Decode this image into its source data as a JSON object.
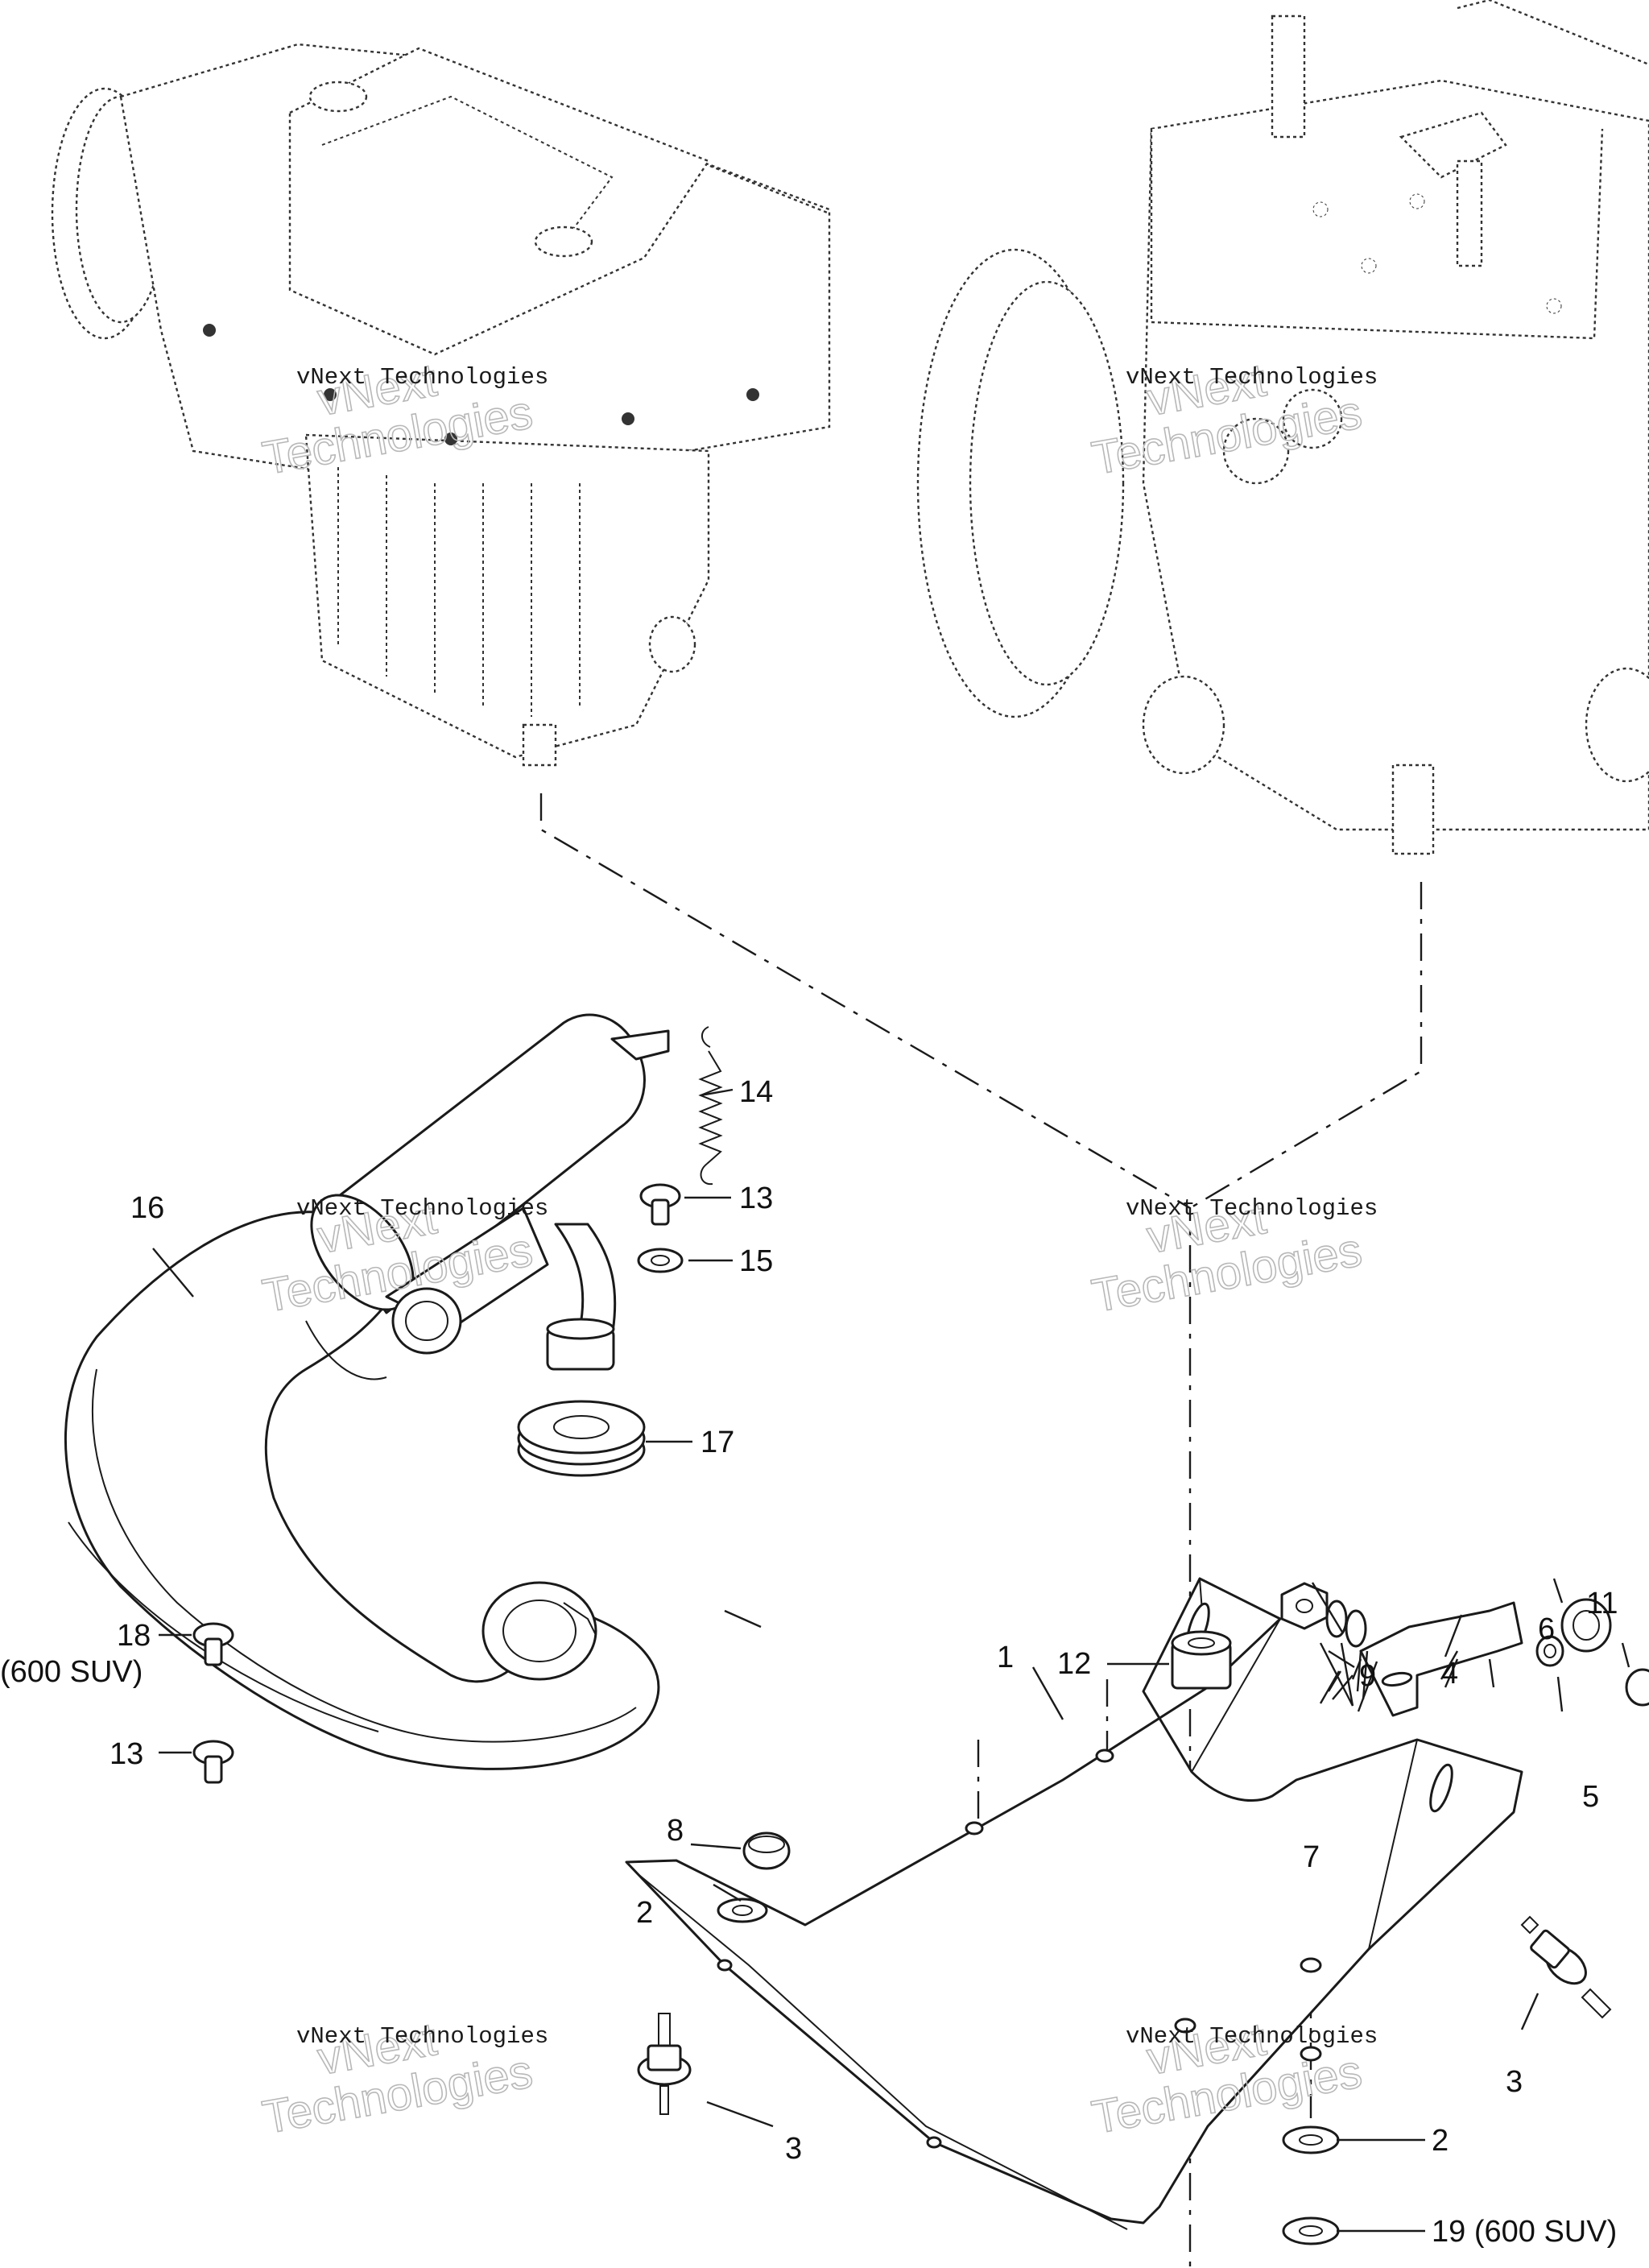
{
  "callouts": {
    "c1": "1",
    "c2a": "2",
    "c2b": "2",
    "c3a": "3",
    "c3b": "3",
    "c4": "4",
    "c5": "5",
    "c6": "6",
    "c7": "7",
    "c8": "8",
    "c9": "9",
    "c11": "11",
    "c12": "12",
    "c13a": "13",
    "c13b": "13",
    "c14": "14",
    "c15": "15",
    "c16": "16",
    "c17": "17",
    "c18": "18",
    "c18_note": "(600 SUV)",
    "c19": "19 (600 SUV)"
  },
  "watermark": {
    "line1": "vNext",
    "line2": "Technologies",
    "caption": "vNext Technologies"
  }
}
